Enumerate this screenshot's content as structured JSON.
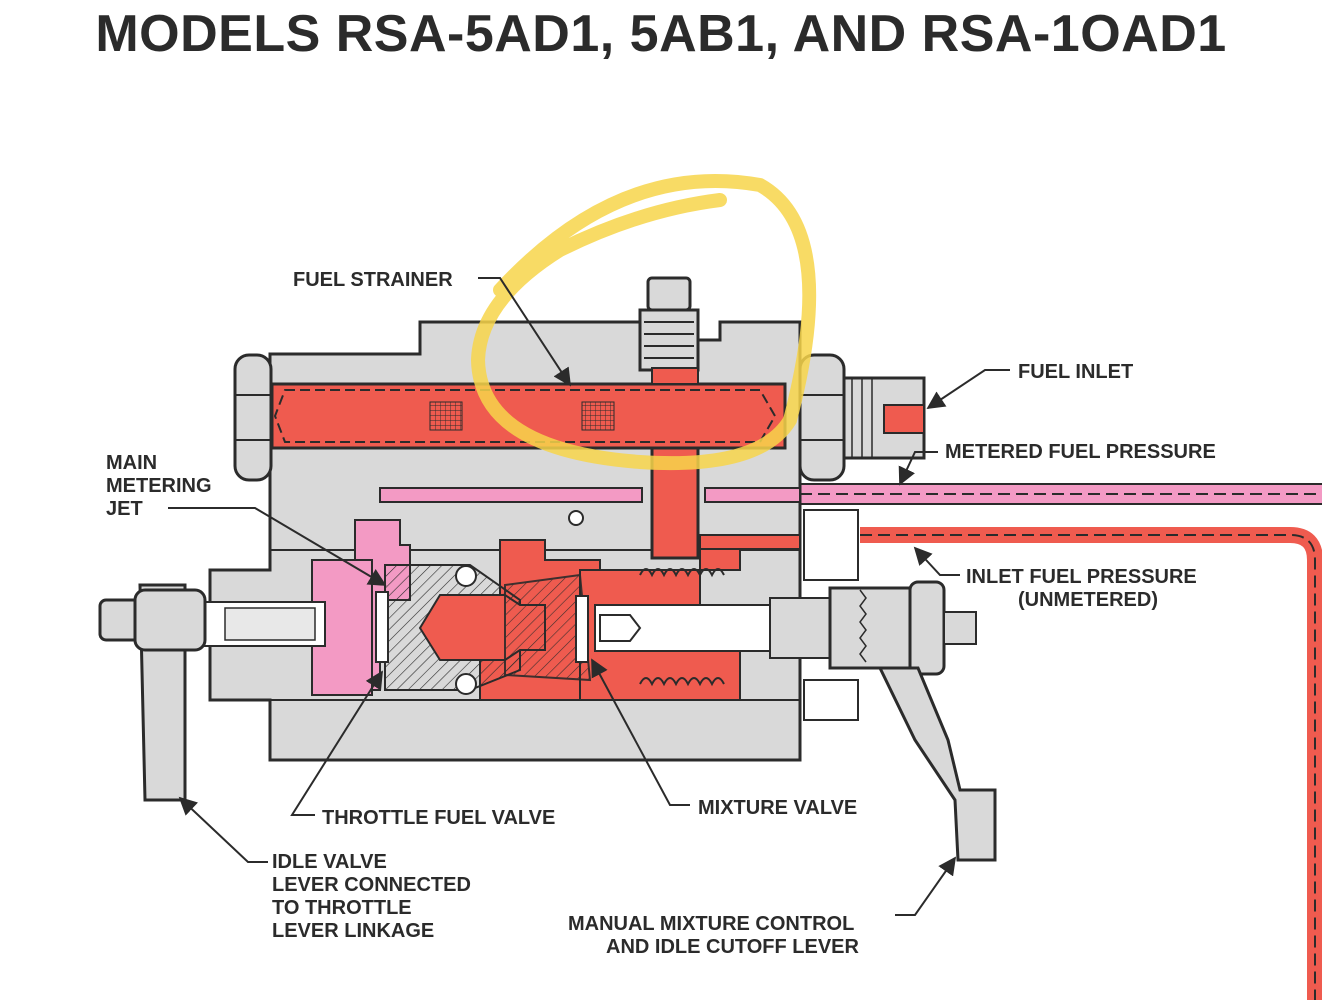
{
  "title": "MODELS RSA-5AD1, 5AB1, AND RSA-1OAD1",
  "labels": {
    "fuel_strainer": "FUEL STRAINER",
    "fuel_inlet": "FUEL INLET",
    "metered_fuel_pressure": "METERED FUEL PRESSURE",
    "main_metering_jet": [
      "MAIN",
      "METERING",
      "JET"
    ],
    "inlet_fuel_pressure": [
      "INLET FUEL PRESSURE",
      "(UNMETERED)"
    ],
    "throttle_fuel_valve": "THROTTLE FUEL VALVE",
    "mixture_valve": "MIXTURE VALVE",
    "idle_valve_lever": [
      "IDLE VALVE",
      "LEVER CONNECTED",
      "TO THROTTLE",
      "LEVER LINKAGE"
    ],
    "manual_mixture_lever": [
      "MANUAL MIXTURE CONTROL",
      "AND IDLE CUTOFF LEVER"
    ]
  },
  "colors": {
    "body_gray": "#d9d9d9",
    "inlet_fuel_red": "#ef5b4f",
    "metered_fuel_pink": "#f39ac4",
    "highlight_yellow": "#f7d54a",
    "line_dark": "#2b2b2b"
  }
}
